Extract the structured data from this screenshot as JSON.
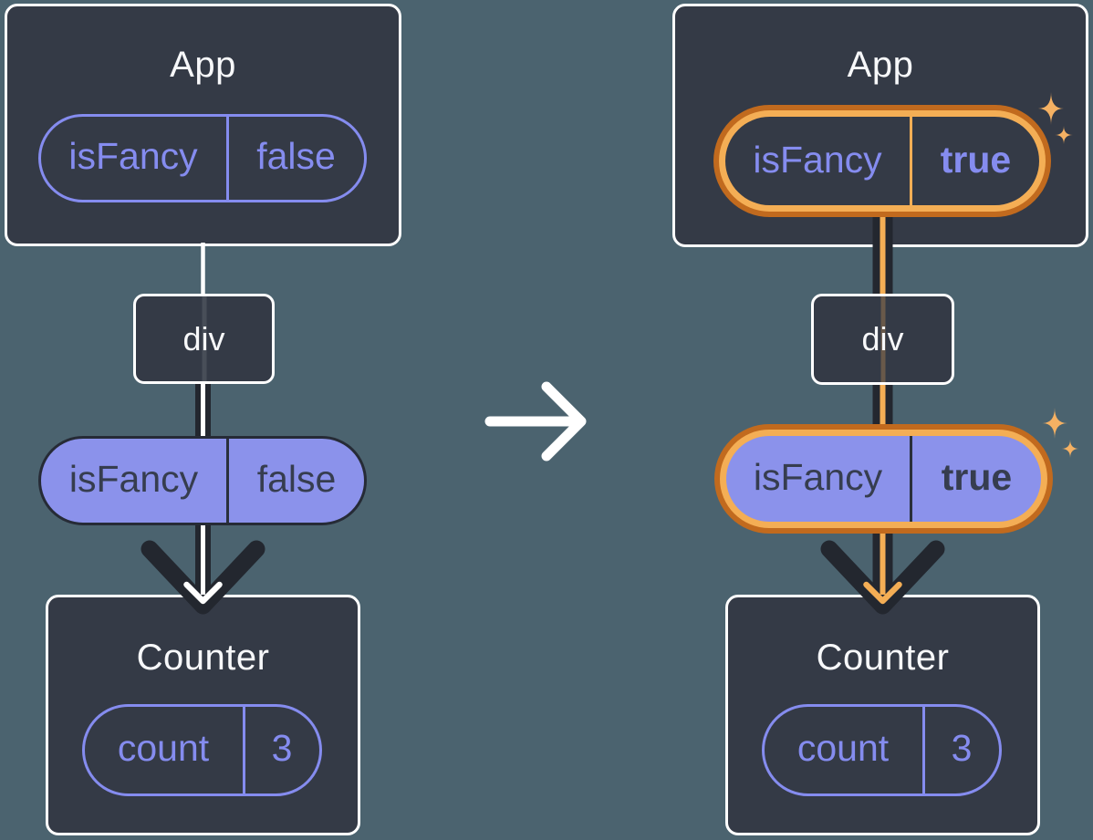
{
  "colors": {
    "background": "#4B636F",
    "node_fill": "#343A46",
    "node_border": "#FFFFFF",
    "purple_accent": "#858CEF",
    "purple_pill_fill": "#8B92EB",
    "dark_text": "#363D4F",
    "dark_line": "#23272F",
    "orange_ring_dark": "#C16A1E",
    "orange_ring_light": "#F4AE55",
    "sparkle": "#F5B163",
    "white_line": "#FFFFFF"
  },
  "left_tree": {
    "app": {
      "title": "App",
      "prop": {
        "name": "isFancy",
        "value": "false"
      }
    },
    "div_node": {
      "label": "div"
    },
    "passed_prop": {
      "name": "isFancy",
      "value": "false"
    },
    "counter": {
      "title": "Counter",
      "state": {
        "name": "count",
        "value": "3"
      }
    }
  },
  "right_tree": {
    "app": {
      "title": "App",
      "prop": {
        "name": "isFancy",
        "value": "true"
      }
    },
    "div_node": {
      "label": "div"
    },
    "passed_prop": {
      "name": "isFancy",
      "value": "true"
    },
    "counter": {
      "title": "Counter",
      "state": {
        "name": "count",
        "value": "3"
      }
    }
  }
}
